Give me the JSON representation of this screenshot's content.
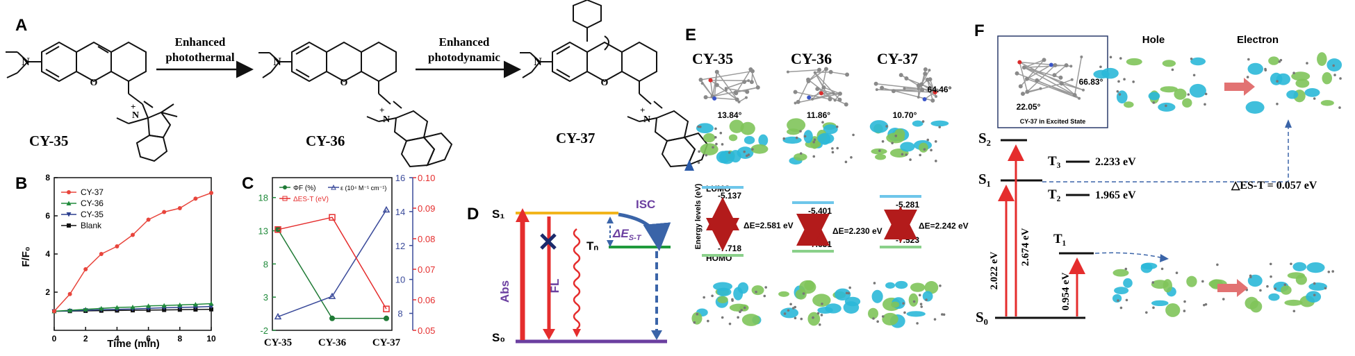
{
  "panel_letters": {
    "A": "A",
    "B": "B",
    "C": "C",
    "D": "D",
    "E": "E",
    "F": "F"
  },
  "panel_a": {
    "step1_line1": "Enhanced",
    "step1_line2": "photothermal",
    "step2_line1": "Enhanced",
    "step2_line2": "photodynamic",
    "compound1": "CY-35",
    "compound2": "CY-36",
    "compound3": "CY-37",
    "atom_N": "N",
    "atom_O": "O",
    "plus": "+"
  },
  "panel_b": {
    "ylabel": "F/F₀",
    "xlabel": "Time (min)",
    "legend": [
      "CY-37",
      "CY-36",
      "CY-35",
      "Blank"
    ]
  },
  "panel_c": {
    "legend_phi": "ΦF (%)",
    "legend_eps": "ε (10⁴ M⁻¹ cm⁻¹)",
    "legend_dest": "ΔES-T (eV)"
  },
  "panel_d": {
    "s1": "S₁",
    "s0": "S₀",
    "tn": "Tₙ",
    "abs": "Abs",
    "fl": "FL",
    "isc": "ISC",
    "dest": "ΔE",
    "dest_sub": "S-T"
  },
  "panel_e": {
    "names": [
      "CY-35",
      "CY-36",
      "CY-37"
    ],
    "angles": [
      "13.84°",
      "11.86°",
      "10.70°"
    ],
    "extra_angle": "64.46°",
    "axis_label": "Energy levels (eV)",
    "lumo_label": "LUMO",
    "homo_label": "HOMO",
    "lumo": [
      "-5.137",
      "-5.401",
      "-5.281"
    ],
    "homo": [
      "-7.718",
      "-7.631",
      "-7.523"
    ],
    "gaps": [
      "ΔE=2.581 eV",
      "ΔE=2.230 eV",
      "ΔE=2.242 eV"
    ]
  },
  "panel_f": {
    "inset_angle1": "22.05°",
    "inset_angle2": "66.83°",
    "inset_caption": "CY-37 in Excited State",
    "hole": "Hole",
    "electron": "Electron",
    "s2": "S₂",
    "s1": "S₁",
    "s0": "S₀",
    "t3": "T₃",
    "t2": "T₂",
    "t1": "T₁",
    "t3_val": "2.233 eV",
    "t2_val": "1.965 eV",
    "arrow1": "2.022 eV",
    "arrow2": "2.674 eV",
    "arrow3": "0.954 eV",
    "dest": "△ES-T = 0.057 eV"
  },
  "colors": {
    "red": "#e52d2d",
    "green": "#1f8a3a",
    "blue": "#3a4a9a",
    "navy": "#1b2a6b",
    "orange": "#f2b51c",
    "purple": "#6b3fa0",
    "cyan": "#2bb8d8",
    "lobe_green": "#7fc45a"
  },
  "chart_data": [
    {
      "type": "line",
      "title": "",
      "xlabel": "Time (min)",
      "ylabel": "F/F0",
      "xlim": [
        0,
        10
      ],
      "ylim": [
        0,
        8
      ],
      "x": [
        0,
        1,
        2,
        3,
        4,
        5,
        6,
        7,
        8,
        9,
        10
      ],
      "series": [
        {
          "name": "CY-37",
          "values": [
            1.0,
            1.9,
            3.2,
            4.0,
            4.4,
            5.0,
            5.8,
            6.2,
            6.4,
            6.9,
            7.2
          ]
        },
        {
          "name": "CY-36",
          "values": [
            1.0,
            1.05,
            1.1,
            1.15,
            1.2,
            1.22,
            1.28,
            1.3,
            1.33,
            1.36,
            1.4
          ]
        },
        {
          "name": "CY-35",
          "values": [
            1.0,
            1.02,
            1.05,
            1.08,
            1.1,
            1.12,
            1.15,
            1.18,
            1.2,
            1.22,
            1.25
          ]
        },
        {
          "name": "Blank",
          "values": [
            1.0,
            1.01,
            1.02,
            1.03,
            1.04,
            1.05,
            1.06,
            1.07,
            1.08,
            1.09,
            1.1
          ]
        }
      ]
    },
    {
      "type": "line",
      "title": "",
      "categories": [
        "CY-35",
        "CY-36",
        "CY-37"
      ],
      "left_axis": {
        "ylim": [
          -2,
          21
        ],
        "ticks": [
          -2,
          3,
          8,
          13,
          18
        ]
      },
      "right_axis_1": {
        "ylim": [
          7,
          16
        ],
        "ticks": [
          8,
          10,
          12,
          14,
          16
        ]
      },
      "right_axis_2": {
        "ylim": [
          0.05,
          0.1
        ],
        "ticks": [
          0.05,
          0.06,
          0.07,
          0.08,
          0.09,
          0.1
        ]
      },
      "series": [
        {
          "name": "ΦF (%)",
          "axis": "left",
          "values": [
            13.2,
            -0.2,
            -0.2
          ]
        },
        {
          "name": "ε (10⁴ M⁻¹ cm⁻¹)",
          "axis": "right_1",
          "values": [
            7.8,
            9.0,
            14.1
          ]
        },
        {
          "name": "ΔES-T (eV)",
          "axis": "right_2",
          "values": [
            0.083,
            0.087,
            0.057
          ]
        }
      ]
    }
  ]
}
